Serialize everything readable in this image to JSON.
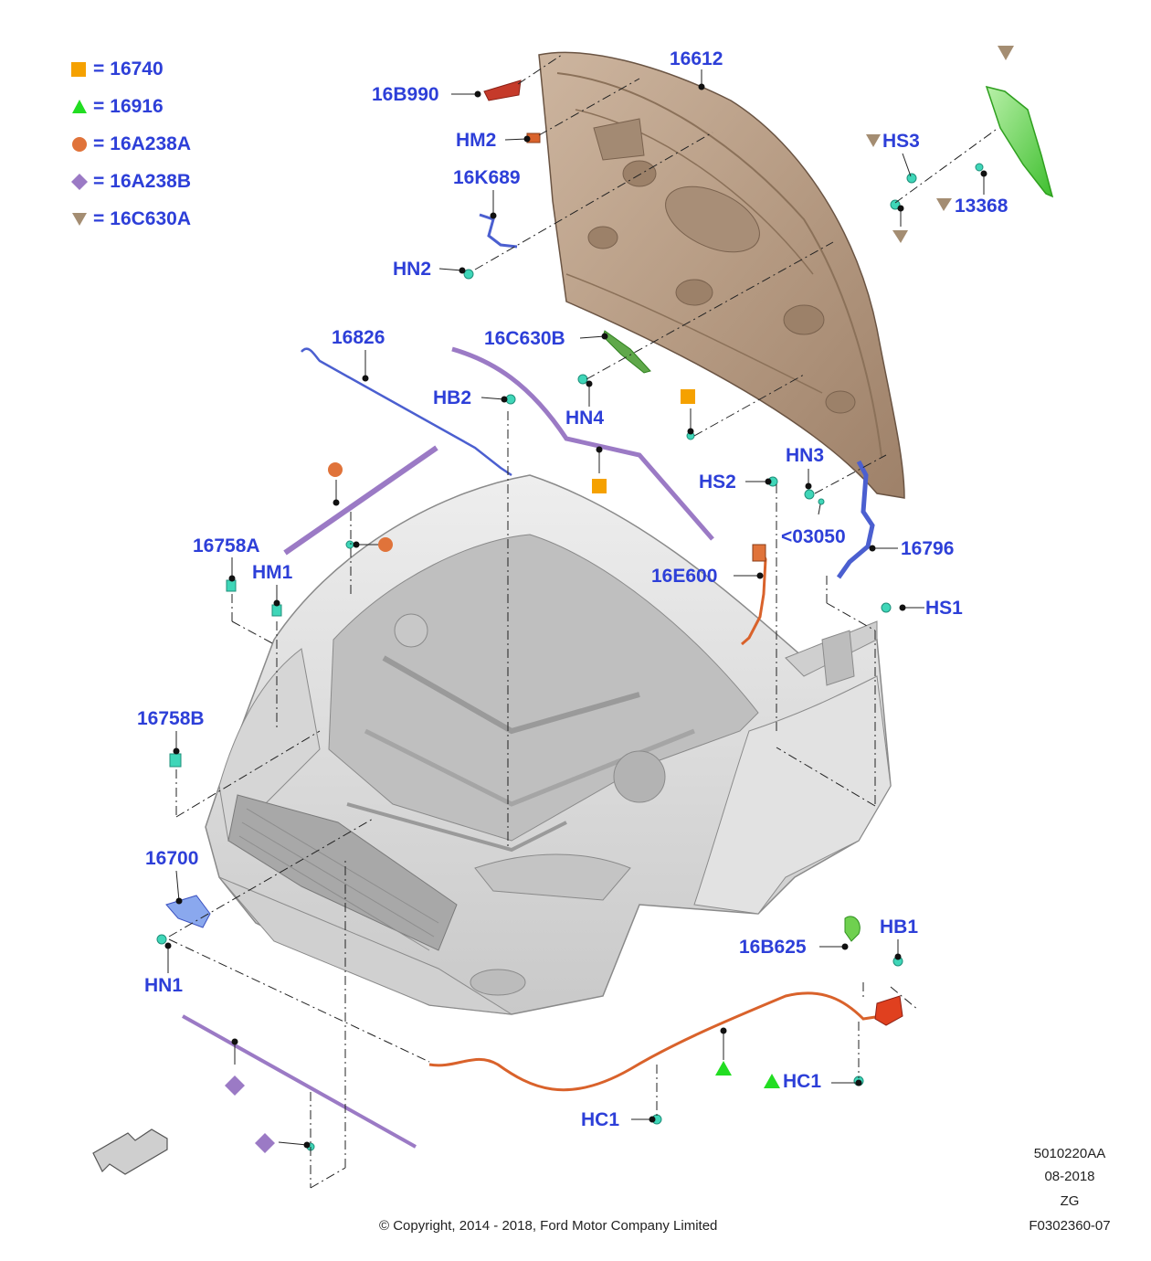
{
  "legend": [
    {
      "shape": "square",
      "color": "#f5a100",
      "code": "16740"
    },
    {
      "shape": "triangle-up",
      "color": "#22dd22",
      "code": "16916"
    },
    {
      "shape": "circle",
      "color": "#e0733a",
      "code": "16A238A"
    },
    {
      "shape": "diamond",
      "color": "#9b7ac5",
      "code": "16A238B"
    },
    {
      "shape": "triangle-down",
      "color": "#a48d72",
      "code": "16C630A"
    }
  ],
  "legend_eq": "=",
  "labels": {
    "l16612": "16612",
    "l16B990": "16B990",
    "lHM2": "HM2",
    "l16K689": "16K689",
    "lHN2": "HN2",
    "lHS3": "HS3",
    "l13368": "13368",
    "l16826": "16826",
    "l16C630B": "16C630B",
    "lHB2": "HB2",
    "lHN4": "HN4",
    "lHS2": "HS2",
    "lHN3": "HN3",
    "l03050": "<03050",
    "l16796": "16796",
    "l16E600": "16E600",
    "lHS1": "HS1",
    "l16758A": "16758A",
    "lHM1": "HM1",
    "l16758B": "16758B",
    "l16700": "16700",
    "lHN1": "HN1",
    "l16B625": "16B625",
    "lHB1": "HB1",
    "lHC1a": "HC1",
    "lHC1b": "HC1"
  },
  "footer": {
    "code": "5010220AA",
    "date": "08-2018",
    "initials": "ZG",
    "figure": "F0302360-07",
    "copyright": "© Copyright, 2014 - 2018, Ford Motor Company Limited"
  },
  "colors": {
    "label": "#2d3fd8",
    "hood": "#b59a83",
    "body": "#dcdcdc",
    "clip": "#3fd6b8",
    "cable": "#d9622b",
    "seal": "#9b7ac5",
    "prop": "#4b5fd0",
    "insulator": "#5fd64f"
  }
}
